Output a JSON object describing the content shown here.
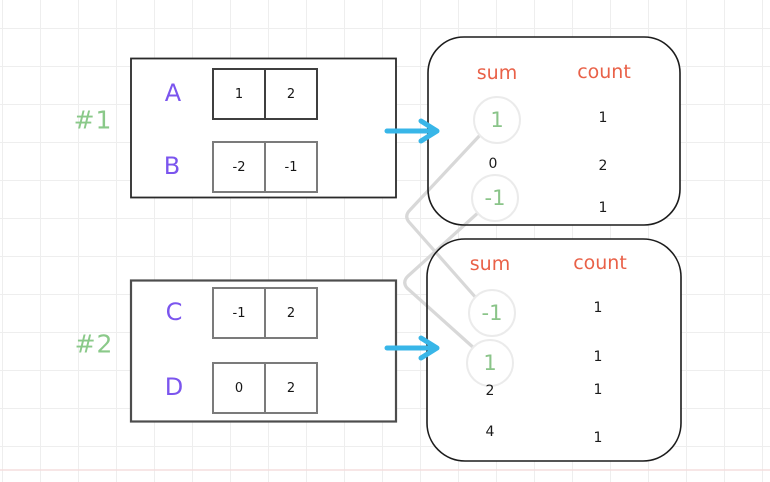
{
  "colors": {
    "header_orange": "#e96148",
    "match_green": "#8ac489",
    "array_purple": "#7b55ee",
    "arrow_cyan": "#38b6e8",
    "connector_gray": "#d8d8d8"
  },
  "group1": {
    "label": "#1",
    "rows": [
      {
        "name": "A",
        "cells": [
          "1",
          "2"
        ]
      },
      {
        "name": "B",
        "cells": [
          "-2",
          "-1"
        ]
      }
    ]
  },
  "group2": {
    "label": "#2",
    "rows": [
      {
        "name": "C",
        "cells": [
          "-1",
          "2"
        ]
      },
      {
        "name": "D",
        "cells": [
          "0",
          "2"
        ]
      }
    ]
  },
  "table1": {
    "sum_header": "sum",
    "count_header": "count",
    "rows": [
      {
        "sum": "1",
        "count": "1",
        "circled": true
      },
      {
        "sum": "0",
        "count": "2",
        "circled": false
      },
      {
        "sum": "-1",
        "count": "1",
        "circled": true
      }
    ]
  },
  "table2": {
    "sum_header": "sum",
    "count_header": "count",
    "rows": [
      {
        "sum": "-1",
        "count": "1",
        "circled": true
      },
      {
        "sum": "1",
        "count": "1",
        "circled": true
      },
      {
        "sum": "2",
        "count": "1",
        "circled": false
      },
      {
        "sum": "4",
        "count": "1",
        "circled": false
      }
    ]
  },
  "connections": [
    {
      "from": "table1 sum 1",
      "to": "table2 sum -1"
    },
    {
      "from": "table1 sum -1",
      "to": "table2 sum 1"
    }
  ]
}
